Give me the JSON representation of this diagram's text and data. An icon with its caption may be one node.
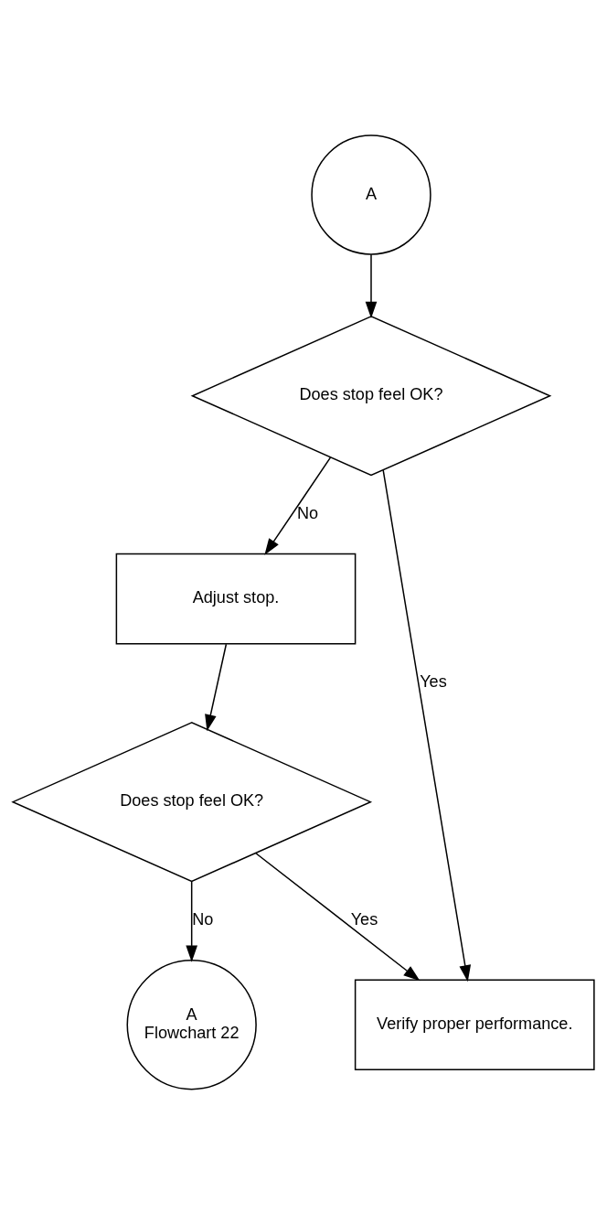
{
  "diagram": {
    "nodes": [
      {
        "text": [
          "A"
        ]
      },
      {
        "text": [
          "Does stop feel OK?"
        ]
      },
      {
        "text": [
          "Adjust stop."
        ]
      },
      {
        "text": [
          "Does stop feel OK?"
        ]
      },
      {
        "text": [
          "A",
          "Flowchart 22"
        ]
      },
      {
        "text": [
          "Verify proper performance."
        ]
      }
    ],
    "edges": [
      {
        "from": 0,
        "to": 1,
        "arrow": "to"
      },
      {
        "from": 1,
        "to": 5,
        "arrow": "to",
        "label": "Yes"
      },
      {
        "from": 1,
        "to": 2,
        "arrow": "to",
        "label": "No"
      },
      {
        "from": 2,
        "to": 3,
        "arrow": "to"
      },
      {
        "from": 3,
        "to": 5,
        "arrow": "to",
        "label": "Yes"
      },
      {
        "from": 3,
        "to": 4,
        "arrow": "to",
        "label": "No"
      }
    ]
  }
}
